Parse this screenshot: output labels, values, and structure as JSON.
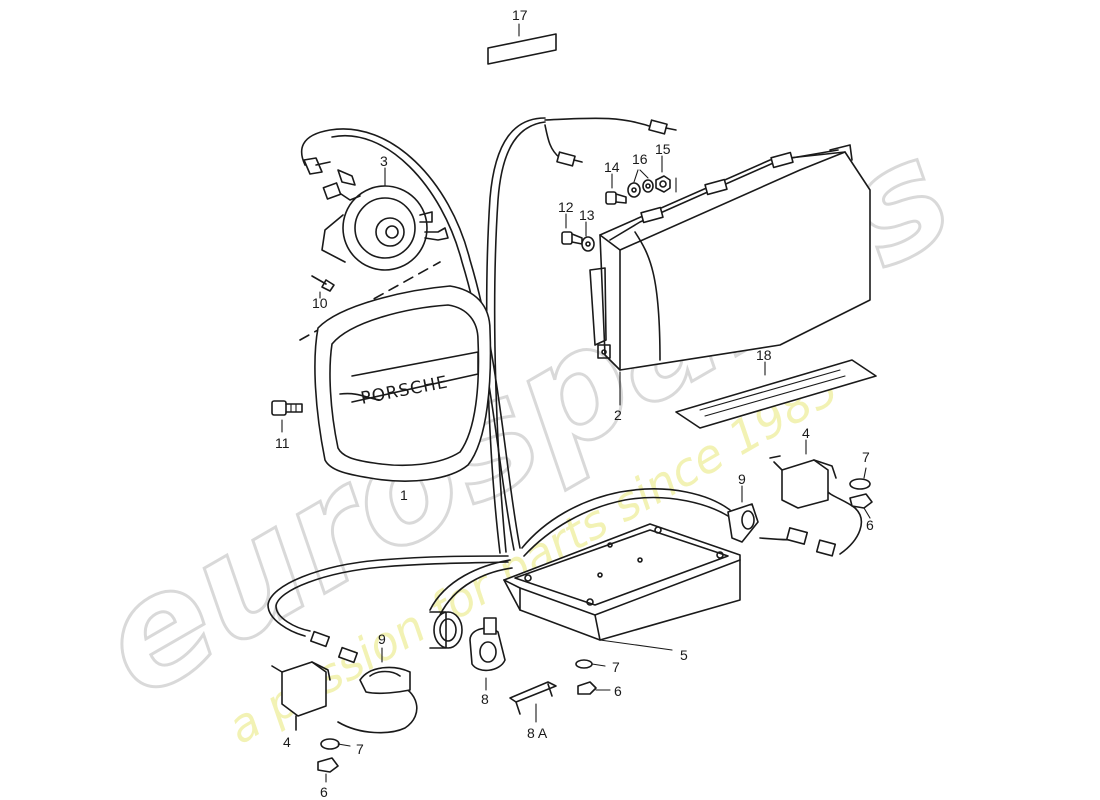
{
  "watermark": {
    "brand": "eurospares",
    "tagline": "a passion for parts since 1985"
  },
  "horn_pad_logo": "PORSCHE",
  "parts": [
    {
      "id": "p17",
      "label": "17"
    },
    {
      "id": "p3",
      "label": "3"
    },
    {
      "id": "p10",
      "label": "10"
    },
    {
      "id": "p14",
      "label": "14"
    },
    {
      "id": "p16",
      "label": "16"
    },
    {
      "id": "p15",
      "label": "15"
    },
    {
      "id": "p12",
      "label": "12"
    },
    {
      "id": "p13",
      "label": "13"
    },
    {
      "id": "p11",
      "label": "11"
    },
    {
      "id": "p1",
      "label": "1"
    },
    {
      "id": "p2",
      "label": "2"
    },
    {
      "id": "p18",
      "label": "18"
    },
    {
      "id": "p4r",
      "label": "4"
    },
    {
      "id": "p7r",
      "label": "7"
    },
    {
      "id": "p6r",
      "label": "6"
    },
    {
      "id": "p9r",
      "label": "9"
    },
    {
      "id": "p9l",
      "label": "9"
    },
    {
      "id": "p5",
      "label": "5"
    },
    {
      "id": "p7c",
      "label": "7"
    },
    {
      "id": "p6c",
      "label": "6"
    },
    {
      "id": "p8",
      "label": "8"
    },
    {
      "id": "p8a",
      "label": "8 A"
    },
    {
      "id": "p4l",
      "label": "4"
    },
    {
      "id": "p7l",
      "label": "7"
    },
    {
      "id": "p6l",
      "label": "6"
    }
  ]
}
